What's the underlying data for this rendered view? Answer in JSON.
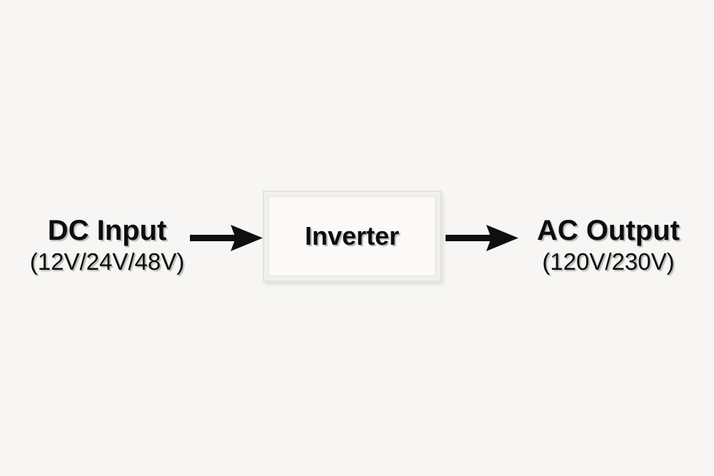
{
  "diagram": {
    "nodes": {
      "dc_input": {
        "label": "DC Input",
        "sublabel": "(12V/24V/48V)"
      },
      "inverter": {
        "label": "Inverter"
      },
      "ac_output": {
        "label": "AC Output",
        "sublabel": "(120V/230V)"
      }
    },
    "icons": {
      "arrow_left_to_inverter": "arrow-right-icon",
      "arrow_inverter_to_output": "arrow-right-icon"
    },
    "colors": {
      "background": "#f7f6f4",
      "text": "#0d0d0d",
      "text_shadow": "#969490",
      "arrow": "#0f0f0f",
      "box_border_outer": "#e5e3e0",
      "box_border_inner": "#eceae7",
      "box_fill": "#fbfaf9"
    }
  }
}
